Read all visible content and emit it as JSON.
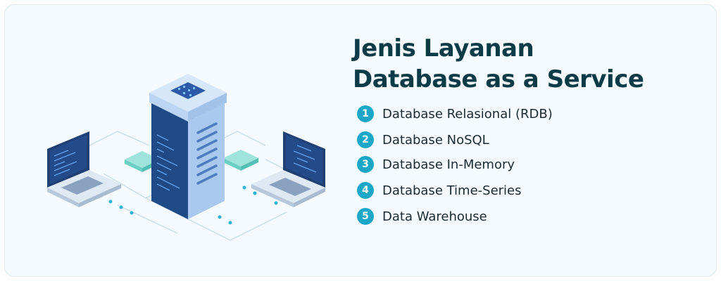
{
  "title": {
    "line1": "Jenis Layanan",
    "line2": "Database as a Service"
  },
  "items": [
    {
      "number": "1",
      "label": "Database Relasional (RDB)"
    },
    {
      "number": "2",
      "label": "Database NoSQL"
    },
    {
      "number": "3",
      "label": "Database In-Memory"
    },
    {
      "number": "4",
      "label": "Database Time-Series"
    },
    {
      "number": "5",
      "label": "Data Warehouse"
    }
  ],
  "colors": {
    "title": "#0b3b47",
    "badge": "#1aa7c8",
    "server_dark": "#1f4a86",
    "server_light": "#a9c9ee",
    "background": "#f4fafd"
  }
}
